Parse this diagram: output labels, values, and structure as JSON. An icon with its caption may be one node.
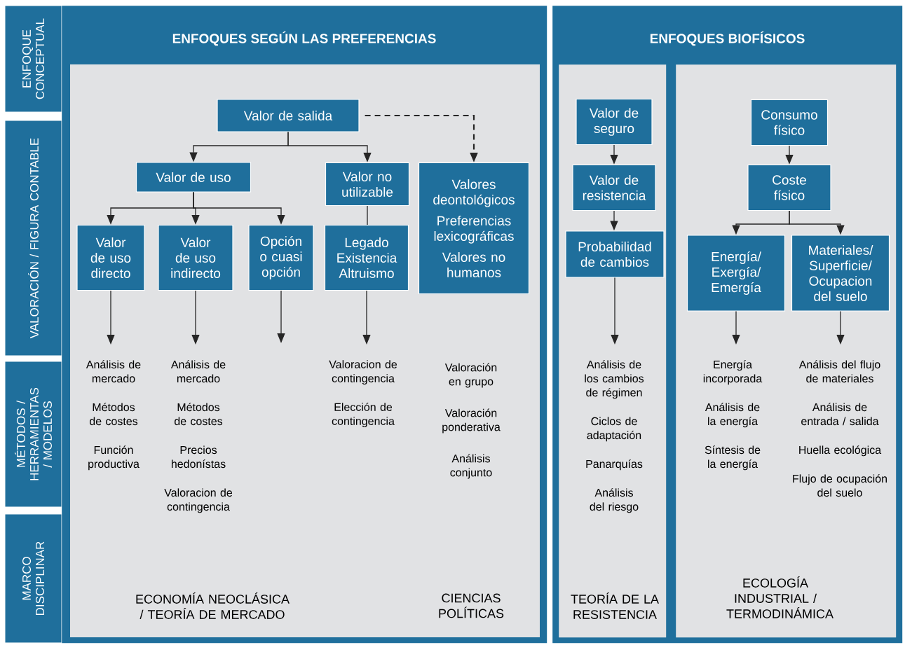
{
  "diagram": {
    "nodes": [
      {
        "text": [
          "ENFOQUE CONCEPTUAL"
        ]
      },
      {
        "text": [
          "VALORACIÓN / FIGURA CONTABLE"
        ]
      },
      {
        "text": [
          "MÉTODOS / HERRAMIENTAS / MODELOS"
        ]
      },
      {
        "text": [
          "MARCO DISCIPLINAR"
        ]
      },
      {
        "text": [
          "ENFOQUES SEGÚN LAS PREFERENCIAS"
        ]
      },
      {
        "text": [
          "ENFOQUES BIOFÍSICOS"
        ]
      },
      {
        "text": [],
        "shape": "box",
        "in": 5
      },
      {
        "text": [],
        "shape": "box",
        "in": 5
      },
      {
        "text": [
          "Valor de salida"
        ],
        "in": 4
      },
      {
        "text": [
          "Valor de uso"
        ],
        "in": 4
      },
      {
        "text": [
          "Valor no utilizable"
        ],
        "in": 4
      },
      {
        "text": [
          "Valores deontológicos",
          "Preferencias lexicográficas",
          "Valores no humanos"
        ],
        "in": 4
      },
      {
        "text": [
          "Valor de uso directo"
        ],
        "in": 4
      },
      {
        "text": [
          "Valor de uso indirecto"
        ],
        "in": 4
      },
      {
        "text": [
          "Opción o cuasi opción"
        ],
        "in": 4
      },
      {
        "text": [
          "Legado",
          "Existencia",
          "Altruismo"
        ],
        "in": 4
      },
      {
        "text": [
          "Análisis de mercado",
          "Métodos de costes",
          "Función productiva"
        ],
        "in": 4
      },
      {
        "text": [
          "Análisis de mercado",
          "Métodos de costes",
          "Precios hedonístas",
          "Valoracion de contingencia"
        ],
        "in": 4
      },
      {
        "text": [
          "Valoracion de contingencia",
          "Elección de contingencia"
        ],
        "in": 4
      },
      {
        "text": [
          "Valor de seguro"
        ],
        "in": 6
      },
      {
        "text": [
          "Valor de resistencia"
        ],
        "in": 6
      },
      {
        "text": [
          "Probabilidad de cambios"
        ],
        "in": 6
      },
      {
        "text": [
          "Análisis de los cambios de régimen",
          "Ciclos de adaptación",
          "Panarquías",
          "Análisis del riesgo"
        ],
        "in": 6
      },
      {
        "text": [
          "Consumo físico"
        ],
        "in": 7
      },
      {
        "text": [
          "Coste físico"
        ],
        "in": 7
      },
      {
        "text": [
          "Energía/ Exergía/ Emergía"
        ],
        "in": 7
      },
      {
        "text": [
          "Materiales/ Superficie/ Ocupacion del suelo"
        ],
        "in": 7
      },
      {
        "text": [
          "Energía incorporada",
          "Análisis de la energía",
          "Síntesis de la energía"
        ],
        "in": 7
      },
      {
        "text": [
          "Análisis del flujo de materiales",
          "Análisis de entrada / salida",
          "Huella ecológica",
          "Flujo de ocupación del suelo"
        ],
        "in": 7
      }
    ],
    "edges": [
      {
        "from": 8,
        "to": 9,
        "arrow": "to"
      },
      {
        "from": 8,
        "to": 10,
        "arrow": "to"
      },
      {
        "from": 8,
        "to": 11,
        "arrow": "to",
        "style": "dashed"
      },
      {
        "from": 9,
        "to": 12,
        "arrow": "to"
      },
      {
        "from": 9,
        "to": 13,
        "arrow": "to"
      },
      {
        "from": 9,
        "to": 14,
        "arrow": "to"
      },
      {
        "from": 10,
        "to": 15,
        "arrow": "none"
      },
      {
        "from": 12,
        "to": 16,
        "arrow": "to"
      },
      {
        "from": 13,
        "to": 17,
        "arrow": "to"
      },
      {
        "from": 14,
        "to": null,
        "arrow": "to"
      },
      {
        "from": 15,
        "to": 18,
        "arrow": "to"
      },
      {
        "from": 19,
        "to": 20,
        "arrow": "to"
      },
      {
        "from": 20,
        "to": 21,
        "arrow": "to"
      },
      {
        "from": 21,
        "to": 22,
        "arrow": "to"
      },
      {
        "from": 23,
        "to": 24,
        "arrow": "to"
      },
      {
        "from": 24,
        "to": 25,
        "arrow": "to"
      },
      {
        "from": 24,
        "to": 26,
        "arrow": "to"
      },
      {
        "from": 25,
        "to": 27,
        "arrow": "to"
      },
      {
        "from": 26,
        "to": 28,
        "arrow": "to"
      }
    ],
    "labels": [
      "Valoración en grupo",
      "Valoración ponderativa",
      "Análisis conjunto",
      "ECONOMÍA NEOCLÁSICA / TEORÍA DE MERCADO",
      "CIENCIAS POLÍTICAS",
      "TEORÍA DE LA RESISTENCIA",
      "ECOLOGÍA INDUSTRIAL / TERMODINÁMICA"
    ]
  }
}
